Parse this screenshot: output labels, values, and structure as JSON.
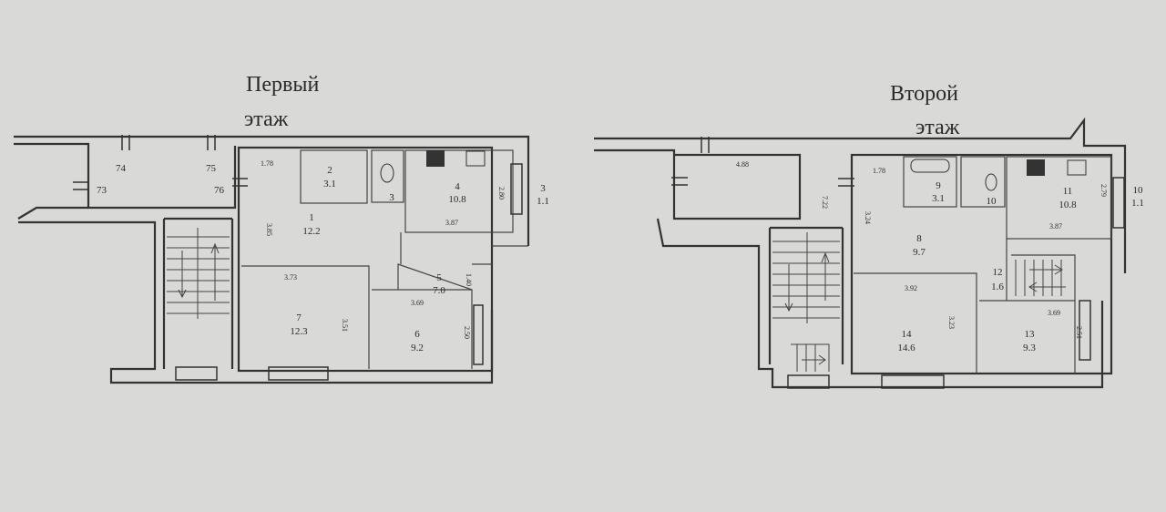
{
  "floor1": {
    "title_line1": "Первый",
    "title_line2": "этаж",
    "common": {
      "r74": "74",
      "r75": "75",
      "r73": "73",
      "r76": "76"
    },
    "rooms": {
      "r1": {
        "number": "1",
        "area": "12.2"
      },
      "r2": {
        "number": "2",
        "area": "3.1"
      },
      "r3": {
        "number": "3"
      },
      "r3b": {
        "number": "3",
        "area": "1.1"
      },
      "r4": {
        "number": "4",
        "area": "10.8"
      },
      "r5": {
        "number": "5",
        "area": "7.0"
      },
      "r6": {
        "number": "6",
        "area": "9.2"
      },
      "r7": {
        "number": "7",
        "area": "12.3"
      }
    },
    "dims": {
      "d1": "1.78",
      "d2": "3.85",
      "d3": "2.80",
      "d4": "3.87",
      "d5": "1.40",
      "d6": "3.73",
      "d7": "3.69",
      "d8": "3.51",
      "d9": "2.50"
    }
  },
  "floor2": {
    "title_line1": "Второй",
    "title_line2": "этаж",
    "rooms": {
      "r8": {
        "number": "8",
        "area": "9.7"
      },
      "r9": {
        "number": "9",
        "area": "3.1"
      },
      "r10": {
        "number": "10"
      },
      "r10b": {
        "number": "10",
        "area": "1.1"
      },
      "r11": {
        "number": "11",
        "area": "10.8"
      },
      "r12": {
        "number": "12",
        "area": "1.6"
      },
      "r13": {
        "number": "13",
        "area": "9.3"
      },
      "r14": {
        "number": "14",
        "area": "14.6"
      }
    },
    "dims": {
      "d1": "4.88",
      "d2": "7.22",
      "d3": "1.78",
      "d4": "3.24",
      "d5": "2.79",
      "d6": "3.87",
      "d7": "3.92",
      "d8": "3.69",
      "d9": "3.23",
      "d10": "2.51"
    }
  }
}
